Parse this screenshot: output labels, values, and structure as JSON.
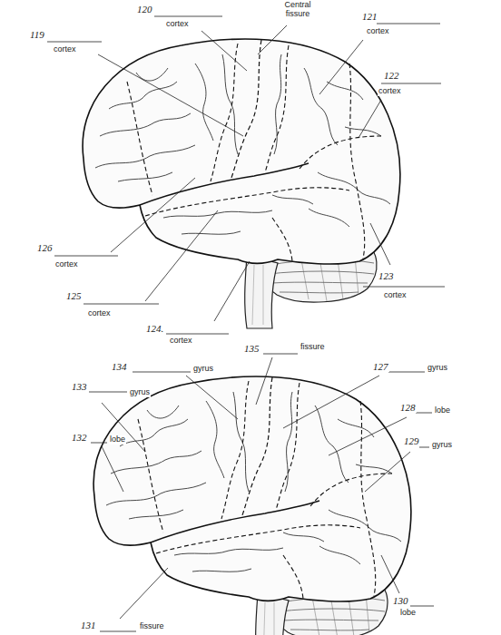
{
  "diagram": {
    "labels": [
      "120",
      "cortex",
      "Central fissure",
      "121",
      "cortex",
      "119",
      "cortex",
      "122",
      "cortex",
      "126",
      "cortex",
      "123",
      "cortex",
      "125",
      "cortex",
      "124.",
      "cortex",
      "135",
      "fissure",
      "134",
      "gyrus",
      "127",
      "gyrus",
      "133",
      "gyrus",
      "128",
      "lobe",
      "132",
      "lobe",
      "129",
      "gyrus",
      "130",
      "lobe",
      "131",
      "fissure"
    ]
  }
}
